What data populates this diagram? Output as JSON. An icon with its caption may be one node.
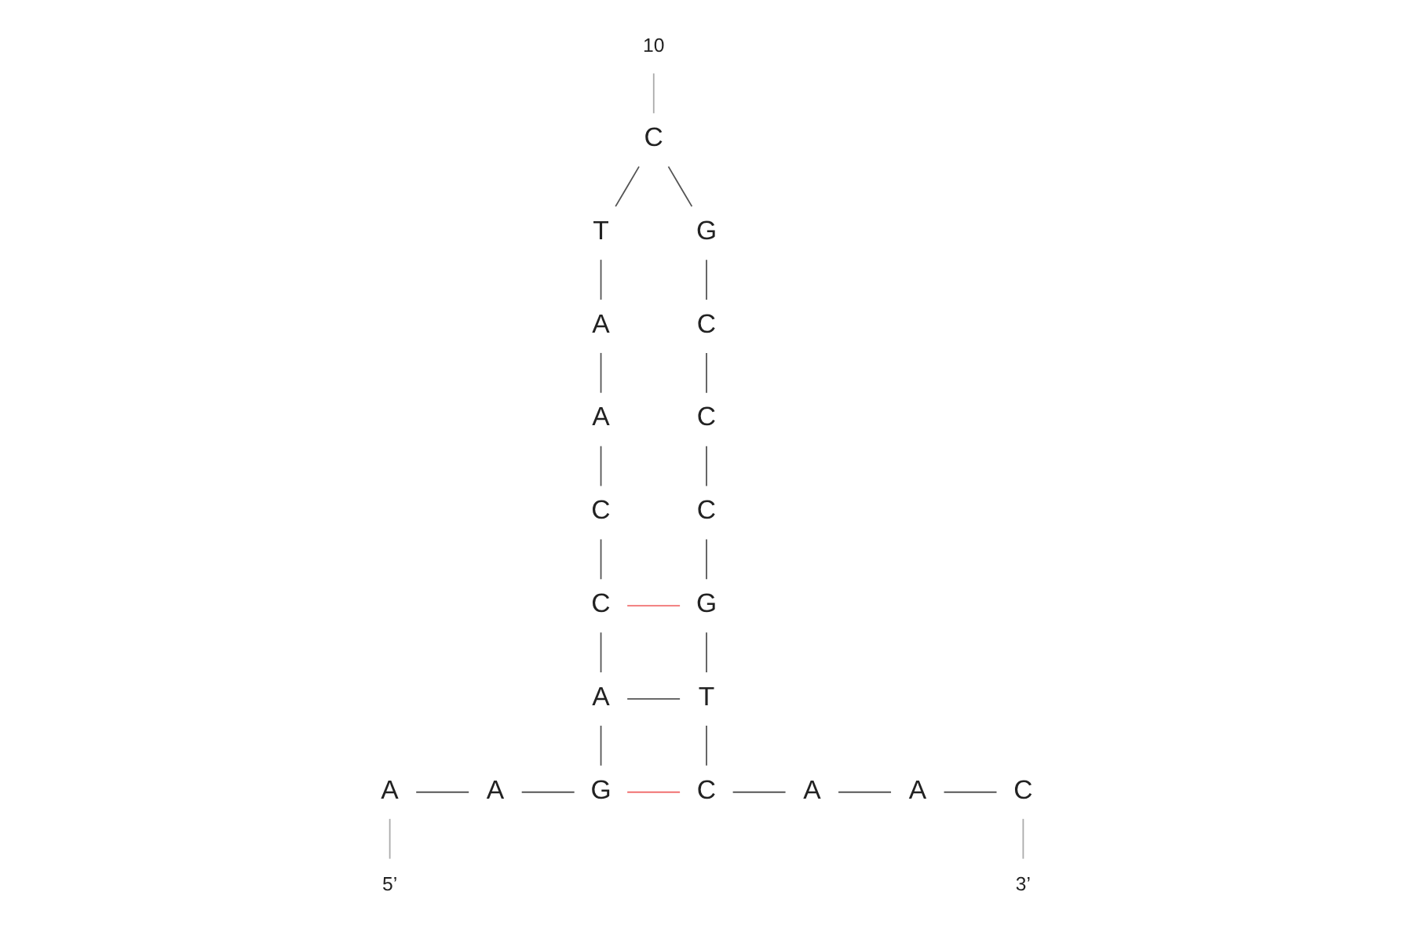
{
  "diagram": {
    "nodes": [
      {
        "text": [
          "5’"
        ]
      },
      {
        "text": [
          "A"
        ]
      },
      {
        "text": [
          "A"
        ]
      },
      {
        "text": [
          "G"
        ]
      },
      {
        "text": [
          "A"
        ]
      },
      {
        "text": [
          "C"
        ]
      },
      {
        "text": [
          "C"
        ]
      },
      {
        "text": [
          "A"
        ]
      },
      {
        "text": [
          "A"
        ]
      },
      {
        "text": [
          "T"
        ]
      },
      {
        "text": [
          "C"
        ]
      },
      {
        "text": [
          "G"
        ]
      },
      {
        "text": [
          "C"
        ]
      },
      {
        "text": [
          "C"
        ]
      },
      {
        "text": [
          "C"
        ]
      },
      {
        "text": [
          "G"
        ]
      },
      {
        "text": [
          "T"
        ]
      },
      {
        "text": [
          "C"
        ]
      },
      {
        "text": [
          "A"
        ]
      },
      {
        "text": [
          "A"
        ]
      },
      {
        "text": [
          "C"
        ]
      },
      {
        "text": [
          "3’"
        ]
      },
      {
        "text": [
          "10"
        ]
      }
    ],
    "edges": [
      {
        "from": 0,
        "to": 1,
        "arrow": "none",
        "color": "#aaaaaa"
      },
      {
        "from": 1,
        "to": 2,
        "arrow": "none"
      },
      {
        "from": 2,
        "to": 3,
        "arrow": "none"
      },
      {
        "from": 3,
        "to": 4,
        "arrow": "none"
      },
      {
        "from": 4,
        "to": 5,
        "arrow": "none"
      },
      {
        "from": 5,
        "to": 6,
        "arrow": "none"
      },
      {
        "from": 6,
        "to": 7,
        "arrow": "none"
      },
      {
        "from": 7,
        "to": 8,
        "arrow": "none"
      },
      {
        "from": 8,
        "to": 9,
        "arrow": "none"
      },
      {
        "from": 9,
        "to": 10,
        "arrow": "none"
      },
      {
        "from": 10,
        "to": 11,
        "arrow": "none"
      },
      {
        "from": 11,
        "to": 12,
        "arrow": "none"
      },
      {
        "from": 12,
        "to": 13,
        "arrow": "none"
      },
      {
        "from": 13,
        "to": 14,
        "arrow": "none"
      },
      {
        "from": 14,
        "to": 15,
        "arrow": "none"
      },
      {
        "from": 15,
        "to": 16,
        "arrow": "none"
      },
      {
        "from": 16,
        "to": 17,
        "arrow": "none"
      },
      {
        "from": 17,
        "to": 18,
        "arrow": "none"
      },
      {
        "from": 18,
        "to": 19,
        "arrow": "none"
      },
      {
        "from": 19,
        "to": 20,
        "arrow": "none"
      },
      {
        "from": 20,
        "to": 21,
        "arrow": "none",
        "color": "#aaaaaa"
      },
      {
        "from": 3,
        "to": 17,
        "arrow": "none",
        "color": "#f07070"
      },
      {
        "from": 4,
        "to": 16,
        "arrow": "none"
      },
      {
        "from": 5,
        "to": 15,
        "arrow": "none",
        "color": "#f07070"
      },
      {
        "from": 22,
        "to": 10,
        "arrow": "none",
        "color": "#aaaaaa"
      }
    ]
  }
}
